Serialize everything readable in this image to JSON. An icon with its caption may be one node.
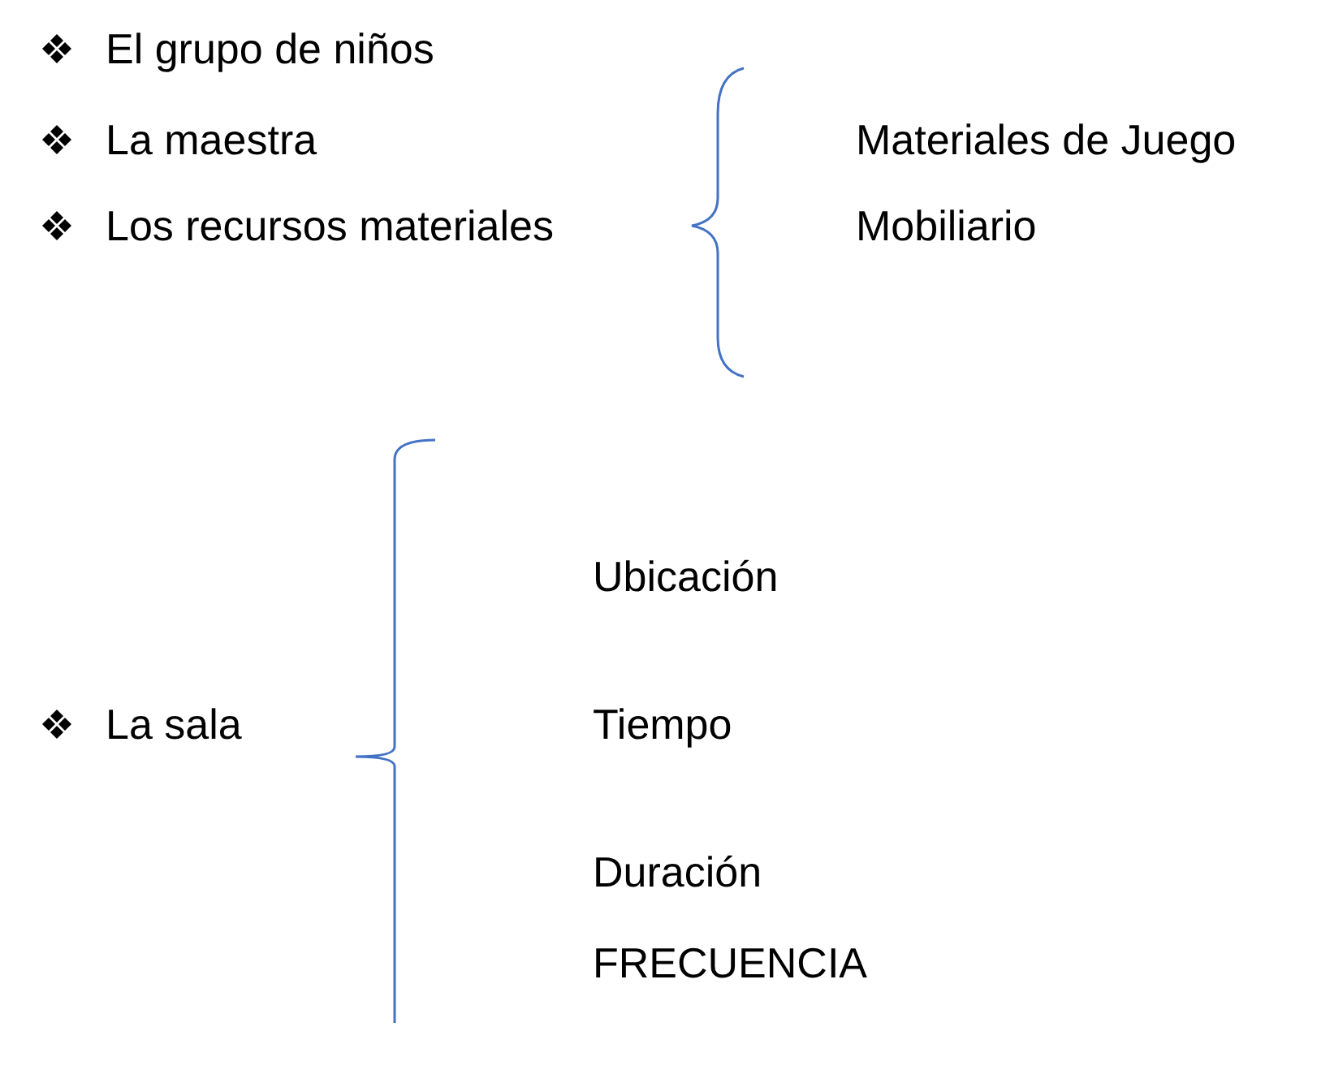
{
  "diagram": {
    "labels": [
      "El grupo de niños",
      "La maestra",
      "Materiales de Juego",
      "Los recursos materiales",
      "Mobiliario",
      "Ubicación",
      "La sala",
      "Tiempo",
      "Duración",
      "FRECUENCIA"
    ]
  }
}
